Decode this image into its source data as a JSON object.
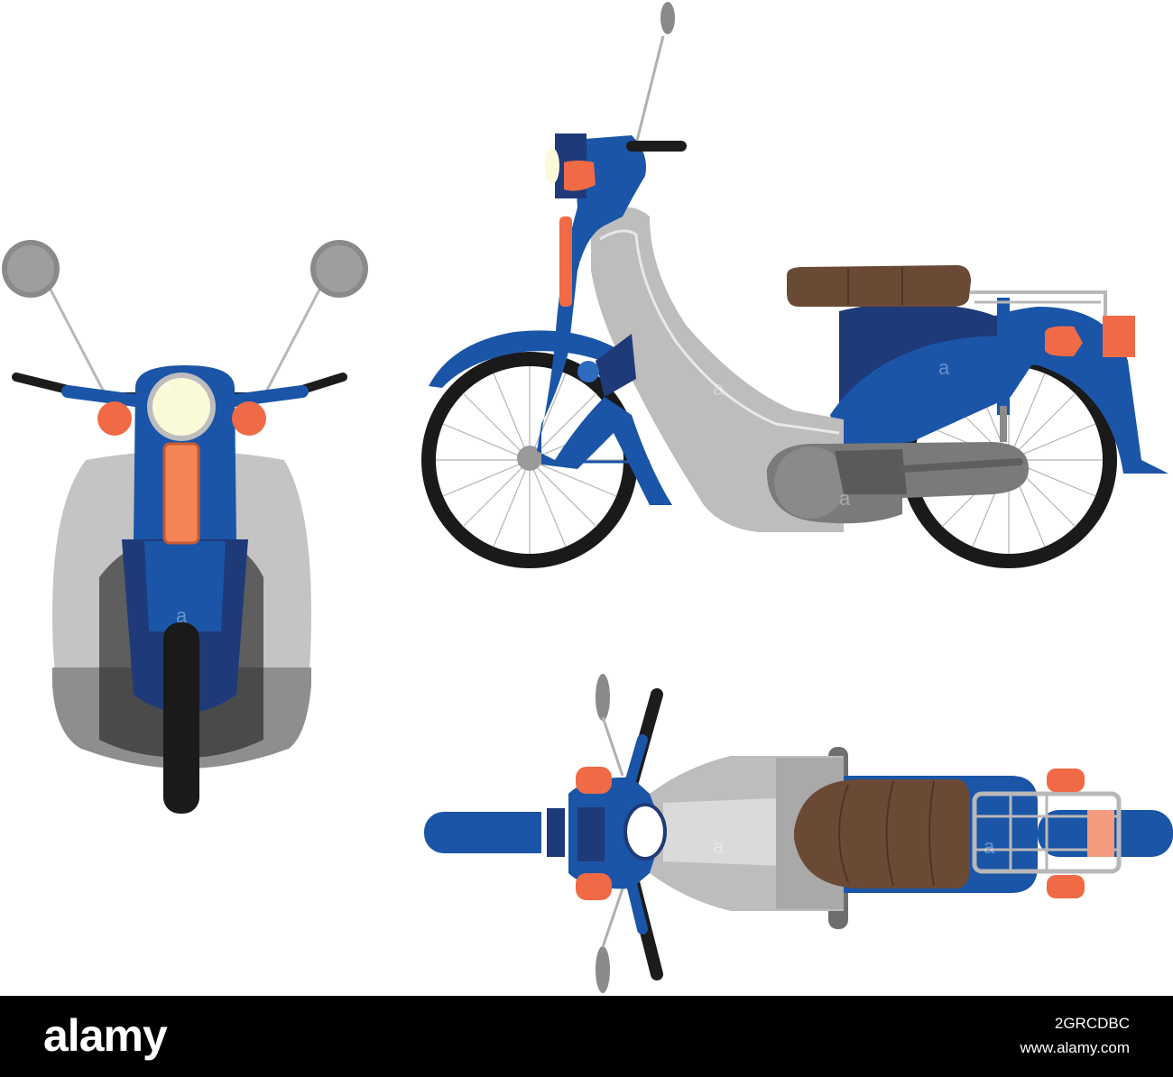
{
  "footer": {
    "logo": "alamy",
    "image_id": "2GRCDBC",
    "site": "www.alamy.com"
  },
  "colors": {
    "body_blue": "#1a55a8",
    "dark_blue": "#1f3a78",
    "grey": "#bdbdbd",
    "dark_grey": "#6e6e6e",
    "tire": "#1a1a1a",
    "seat": "#6b4a35",
    "indicator": "#f06a45",
    "footer_bg": "#000000"
  },
  "views": [
    "front-view",
    "side-view",
    "top-view"
  ]
}
